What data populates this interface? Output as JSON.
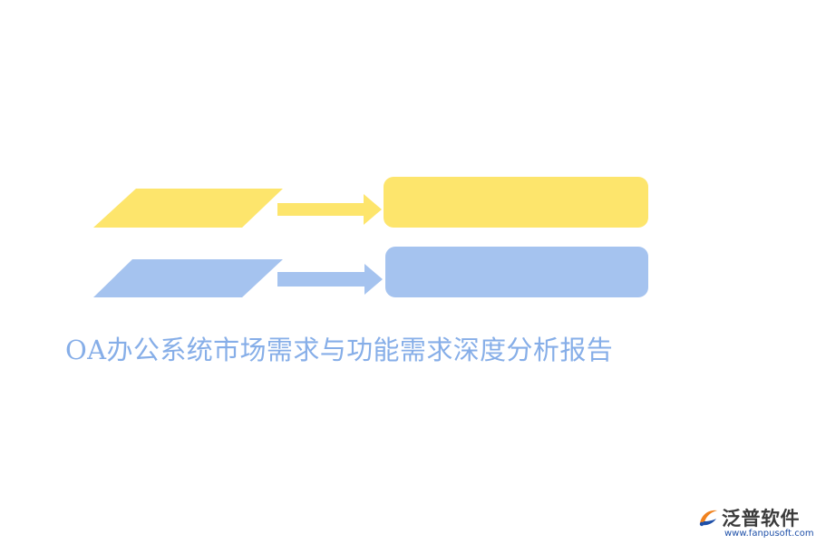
{
  "title": "OA办公系统市场需求与功能需求深度分析报告",
  "logo": {
    "name": "泛普软件",
    "url": "www.fanpusoft.com"
  },
  "colors": {
    "yellow": "#fde56c",
    "blue": "#a5c3ef",
    "title": "#86aee8",
    "logo_orange": "#f0821e",
    "logo_blue": "#1d4fa8"
  }
}
